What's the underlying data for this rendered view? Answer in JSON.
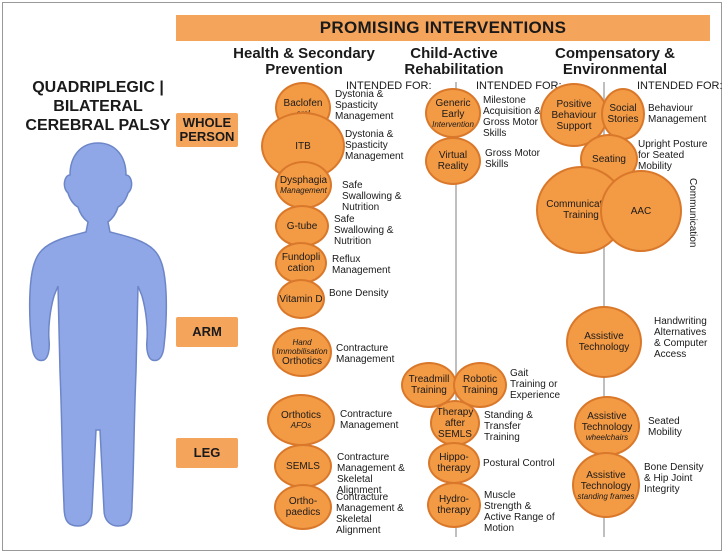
{
  "banner": "PROMISING INTERVENTIONS",
  "title": "QUADRIPLEGIC | BILATERAL CEREBRAL PALSY",
  "columns": {
    "health": "Health & Secondary Prevention",
    "child": "Child-Active Rehabilitation",
    "comp": "Compensatory & Environmental"
  },
  "intended_for": "INTENDED FOR:",
  "rows": {
    "whole": "WHOLE PERSON",
    "arm": "ARM",
    "leg": "LEG"
  },
  "colors": {
    "orange": "#f39a45",
    "label_orange": "#f5a45b",
    "figure": "#8fa7e6"
  },
  "interventions": {
    "baclofen": {
      "name": "Baclofen",
      "sub": "oral",
      "purpose": "Dystonia & Spasticity Management"
    },
    "itb": {
      "name": "ITB",
      "purpose": "Dystonia & Spasticity Management"
    },
    "dysphagia": {
      "name": "Dysphagia",
      "sub": "Management",
      "purpose": "Safe Swallowing & Nutrition"
    },
    "gtube": {
      "name": "G-tube",
      "purpose": "Safe Swallowing & Nutrition"
    },
    "fundo": {
      "name": "Fundopli cation",
      "purpose": "Reflux Management"
    },
    "vitd": {
      "name": "Vitamin D",
      "purpose": "Bone Density"
    },
    "hand_orthotics": {
      "name": "Orthotics",
      "pre": "Hand Immobilisation",
      "purpose": "Contracture Management"
    },
    "orthotics_afo": {
      "name": "Orthotics",
      "sub": "AFOs",
      "purpose": "Contracture Management"
    },
    "semls": {
      "name": "SEMLS",
      "purpose": "Contracture Management & Skeletal Alignment"
    },
    "ortho": {
      "name": "Ortho- paedics",
      "purpose": "Contracture Management & Skeletal Alignment"
    },
    "generic_early": {
      "name": "Generic Early",
      "sub": "Intervention",
      "purpose": "Milestone Acquisition & Gross Motor Skills"
    },
    "vr": {
      "name": "Virtual Reality",
      "purpose": "Gross Motor Skills"
    },
    "treadmill": {
      "name": "Treadmill Training"
    },
    "robotic": {
      "name": "Robotic Training",
      "purpose": "Gait Training or Experience"
    },
    "therapy_semls": {
      "name": "Therapy after SEMLS",
      "purpose": "Standing & Transfer Training"
    },
    "hippo": {
      "name": "Hippo- therapy",
      "purpose": "Postural Control"
    },
    "hydro": {
      "name": "Hydro- therapy",
      "purpose": "Muscle Strength & Active Range of Motion"
    },
    "pbs": {
      "name": "Positive Behaviour Support"
    },
    "social": {
      "name": "Social Stories",
      "purpose": "Behaviour Management"
    },
    "seating": {
      "name": "Seating",
      "purpose": "Upright Posture for Seated Mobility"
    },
    "comm_training": {
      "name": "Communication Training"
    },
    "aac": {
      "name": "AAC",
      "purpose": "Communication"
    },
    "at_arm": {
      "name": "Assistive Technology",
      "purpose": "Handwriting Alternatives & Computer Access"
    },
    "at_wheel": {
      "name": "Assistive Technology",
      "sub": "wheelchairs",
      "purpose": "Seated Mobility"
    },
    "at_stand": {
      "name": "Assistive Technology",
      "sub": "standing frames",
      "purpose": "Bone Density & Hip Joint Integrity"
    }
  }
}
